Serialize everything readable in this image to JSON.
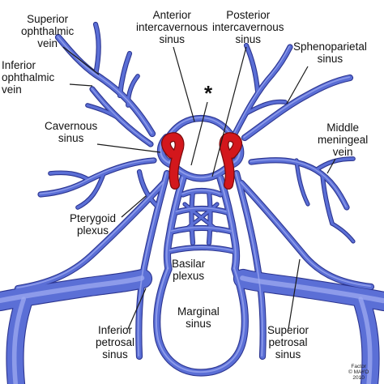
{
  "labels": {
    "superior_ophthalmic_vein": "Superior\nophthalmic\nvein",
    "anterior_intercavernous_sinus": "Anterior\nintercavernous\nsinus",
    "posterior_intercavernous_sinus": "Posterior\nintercavernous\nsinus",
    "sphenoparietal_sinus": "Sphenoparietal\nsinus",
    "inferior_ophthalmic_vein": "Inferior\nophthalmic\nvein",
    "asterisk": "*",
    "cavernous_sinus": "Cavernous\nsinus",
    "middle_meningeal_vein": "Middle\nmeningeal\nvein",
    "pterygoid_plexus": "Pterygoid\nplexus",
    "basilar_plexus": "Basilar\nplexus",
    "marginal_sinus": "Marginal\nsinus",
    "inferior_petrosal_sinus": "Inferior\npetrosal\nsinus",
    "superior_petrosal_sinus": "Superior\npetrosal\nsinus"
  },
  "credit": "Factor\n© MAYO\n2010",
  "colors": {
    "vein_fill": "#5b6fd6",
    "vein_outline": "#2c3590",
    "vein_highlight": "#9eaaf0",
    "carotid_red": "#d3171c",
    "leader_line": "#1a1a1a"
  }
}
